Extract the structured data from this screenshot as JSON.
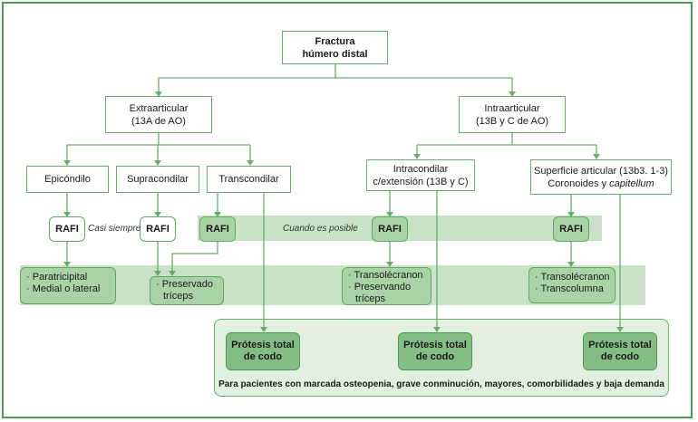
{
  "root": {
    "line1": "Fractura",
    "line2": "húmero distal"
  },
  "extra": {
    "line1": "Extraarticular",
    "line2": "(13A de AO)"
  },
  "intra": {
    "line1": "Intraarticular",
    "line2": "(13B y C de AO)"
  },
  "subtypes": {
    "epicondilo": "Epicóndilo",
    "supracondilar": "Supracondilar",
    "transcondilar": "Transcondilar",
    "intracondilar_1": "Intracondilar",
    "intracondilar_2": "c/extensión (13B y C)",
    "superficie_1": "Superficie articular (13b3. 1-3)",
    "superficie_2": "Coronoides y",
    "superficie_2_italic": "capitellum"
  },
  "rafi_label": "RAFI",
  "band_labels": {
    "casi_siempre": "Casi siempre",
    "cuando_posible": "Cuando es posible"
  },
  "options": {
    "epicondilo": [
      "Paratricipital",
      "Medial o lateral"
    ],
    "supracondilar": {
      "line1": "Preservado",
      "line2": "tríceps"
    },
    "intracondilar": {
      "item1": "Transolécranon",
      "item2a": "Preservando",
      "item2b": "tríceps"
    },
    "superficie": [
      "Transolécranon",
      "Transcolumna"
    ]
  },
  "protesis": {
    "line1": "Prótesis total",
    "line2": "de codo"
  },
  "protesis_note": "Para pacientes con marcada osteopenia, grave conminución, mayores, comorbilidades y baja demanda",
  "colors": {
    "border": "#4e9a55",
    "band": "#c8e2c6",
    "box_fill": "#a9d3a6",
    "protesis_fill": "#84bd84"
  }
}
